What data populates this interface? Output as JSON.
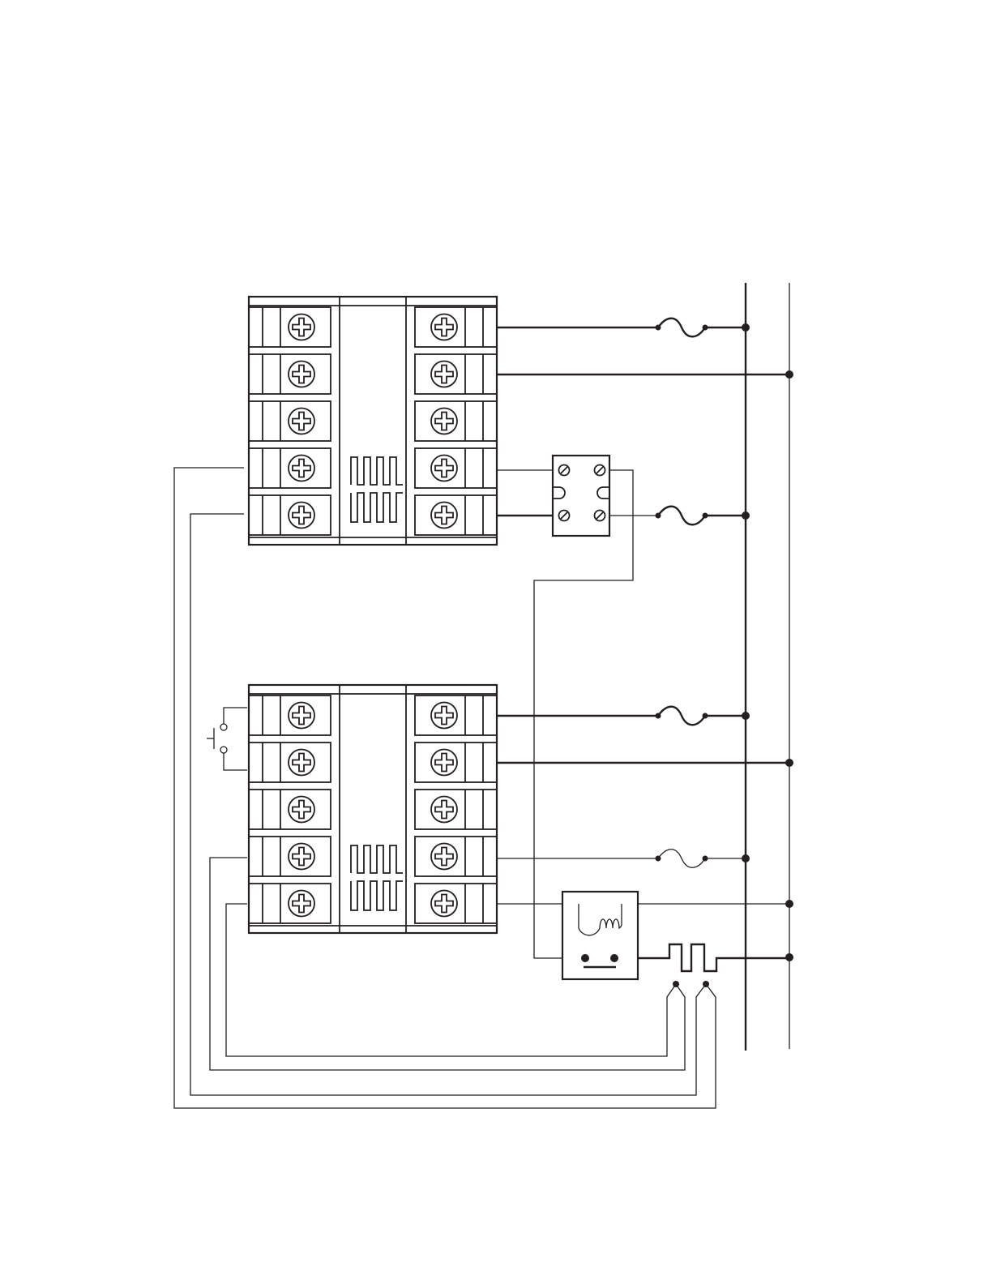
{
  "diagram": {
    "kind": "wiring-schematic",
    "controllers": 2,
    "terminals_per_side": 5,
    "supply_rails": 2,
    "fuses": 4,
    "colors": {
      "line": "#231f20",
      "background": "#ffffff"
    },
    "icons": [
      "terminal-screw-icon",
      "fuse-icon",
      "heater-coil-icon",
      "relay-coil-icon",
      "push-button-icon",
      "thermocouple-icon"
    ]
  }
}
